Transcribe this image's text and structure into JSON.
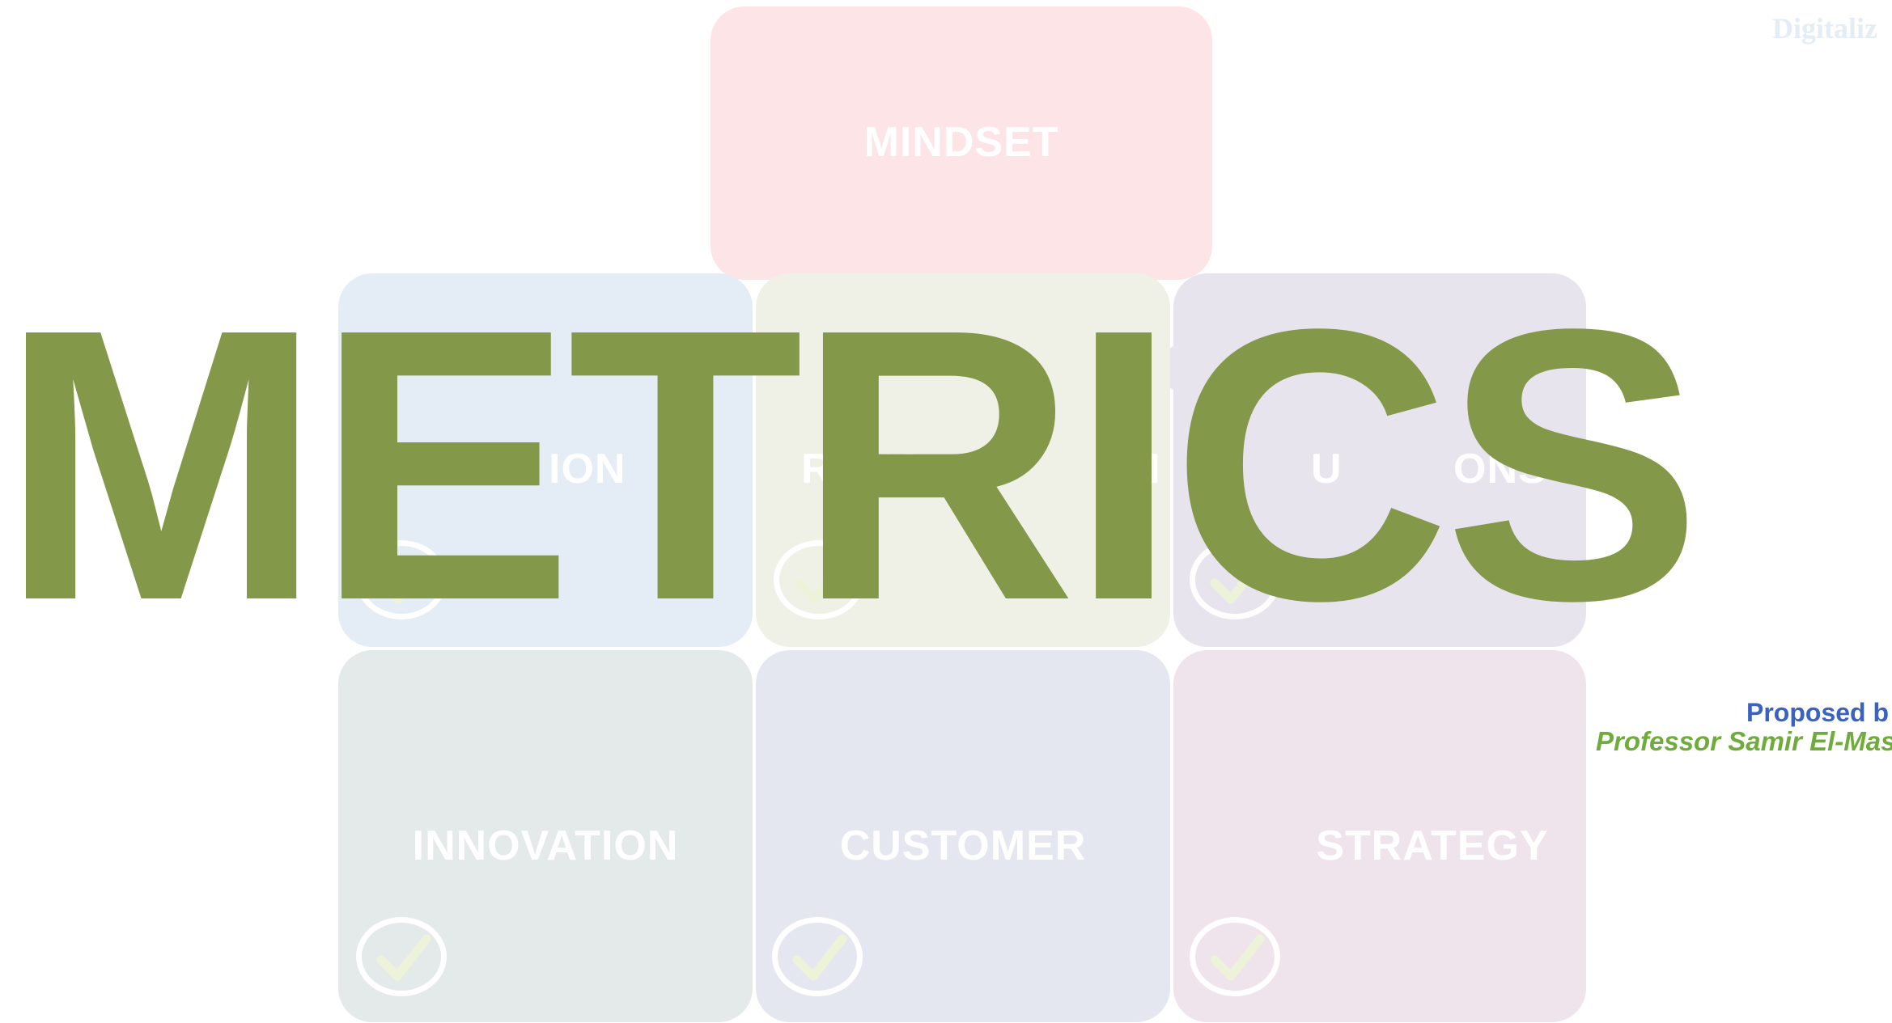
{
  "header": {
    "corner_title": "Digitaliz"
  },
  "pieces": {
    "mindset": {
      "label": "MINDSET",
      "color": "#fde4e6"
    },
    "top_left": {
      "label": "ION",
      "color": "#e4ecf6"
    },
    "top_middle": {
      "label": "RANS",
      "suffix": "N",
      "color": "#f0f1e6"
    },
    "top_right": {
      "label": "U",
      "suffix": "ONS",
      "color": "#e8e4ee"
    },
    "innovation": {
      "label": "INNOVATION",
      "color": "#e4e9e9"
    },
    "customer": {
      "label": "CUSTOMER",
      "color": "#e4e7ef"
    },
    "strategy": {
      "label": "STRATEGY",
      "color": "#f0e4ec"
    }
  },
  "check_color": "#edf3d9",
  "watermark": {
    "text": "METRICS",
    "color": "#839848"
  },
  "credits": {
    "proposed": "Proposed b",
    "author": "Professor Samir El-Mas"
  }
}
